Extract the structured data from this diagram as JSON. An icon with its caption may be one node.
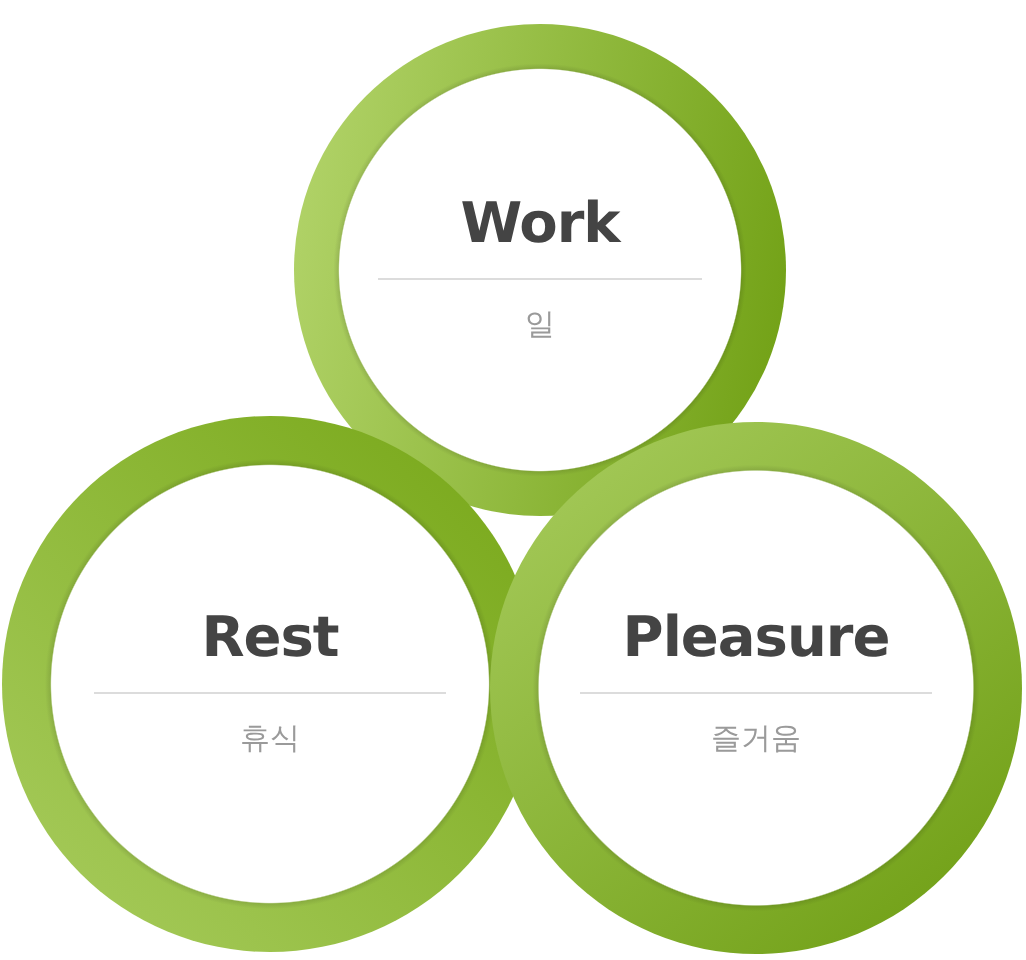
{
  "diagram": {
    "nodes": [
      {
        "text": [
          "Work",
          "일"
        ]
      },
      {
        "text": [
          "Rest",
          "휴식"
        ]
      },
      {
        "text": [
          "Pleasure",
          "즐거움"
        ]
      }
    ]
  }
}
